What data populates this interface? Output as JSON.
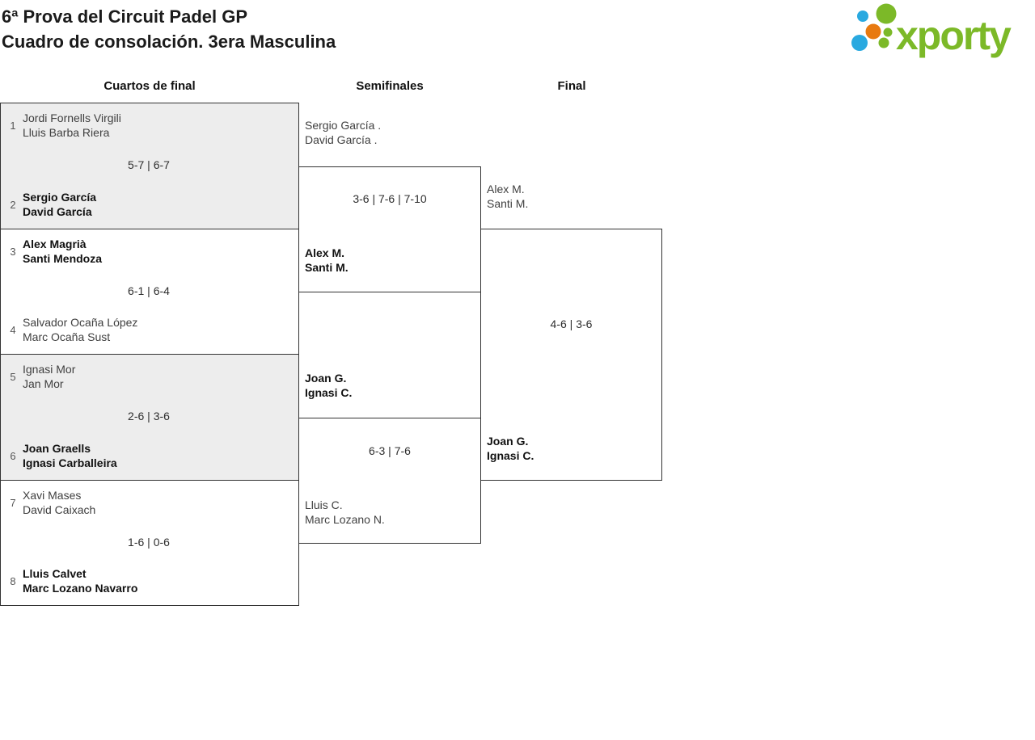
{
  "header": {
    "title_line1": "6ª Prova del Circuit Padel GP",
    "title_line2": "Cuadro de consolación. 3era Masculina",
    "logo_text": "xporty"
  },
  "columns": {
    "quarterfinals": "Cuartos de final",
    "semifinals": "Semifinales",
    "final": "Final"
  },
  "colors": {
    "logo_green": "#7cb928",
    "logo_blue": "#29a9e0",
    "logo_orange": "#e87a10",
    "match_shade": "#ededed",
    "border": "#333333"
  },
  "quarterfinals": [
    {
      "seed_top": "1",
      "team_top": [
        "Jordi Fornells Virgili",
        "Lluis Barba Riera"
      ],
      "score": "5-7 | 6-7",
      "seed_bottom": "2",
      "team_bottom": [
        "Sergio García",
        "David García"
      ],
      "winner": "bottom"
    },
    {
      "seed_top": "3",
      "team_top": [
        "Alex Magrià",
        "Santi Mendoza"
      ],
      "score": "6-1 | 6-4",
      "seed_bottom": "4",
      "team_bottom": [
        "Salvador Ocaña López",
        "Marc Ocaña Sust"
      ],
      "winner": "top"
    },
    {
      "seed_top": "5",
      "team_top": [
        "Ignasi Mor",
        "Jan Mor"
      ],
      "score": "2-6 | 3-6",
      "seed_bottom": "6",
      "team_bottom": [
        "Joan Graells",
        "Ignasi Carballeira"
      ],
      "winner": "bottom"
    },
    {
      "seed_top": "7",
      "team_top": [
        "Xavi Mases",
        "David Caixach"
      ],
      "score": "1-6 | 0-6",
      "seed_bottom": "8",
      "team_bottom": [
        "Lluis Calvet",
        "Marc Lozano Navarro"
      ],
      "winner": "bottom"
    }
  ],
  "semifinals": [
    {
      "team_top": [
        "Sergio García .",
        "David García ."
      ],
      "score": "3-6 | 7-6 | 7-10",
      "team_bottom": [
        "Alex M.",
        "Santi M."
      ],
      "winner": "bottom"
    },
    {
      "team_top": [
        "Joan G.",
        "Ignasi C."
      ],
      "score": "6-3 | 7-6",
      "team_bottom": [
        "Lluis C.",
        "Marc Lozano N."
      ],
      "winner": "top"
    }
  ],
  "final": {
    "team_top": [
      "Alex M.",
      "Santi M."
    ],
    "score": "4-6 | 3-6",
    "team_bottom": [
      "Joan G.",
      "Ignasi C."
    ],
    "winner": "bottom"
  }
}
